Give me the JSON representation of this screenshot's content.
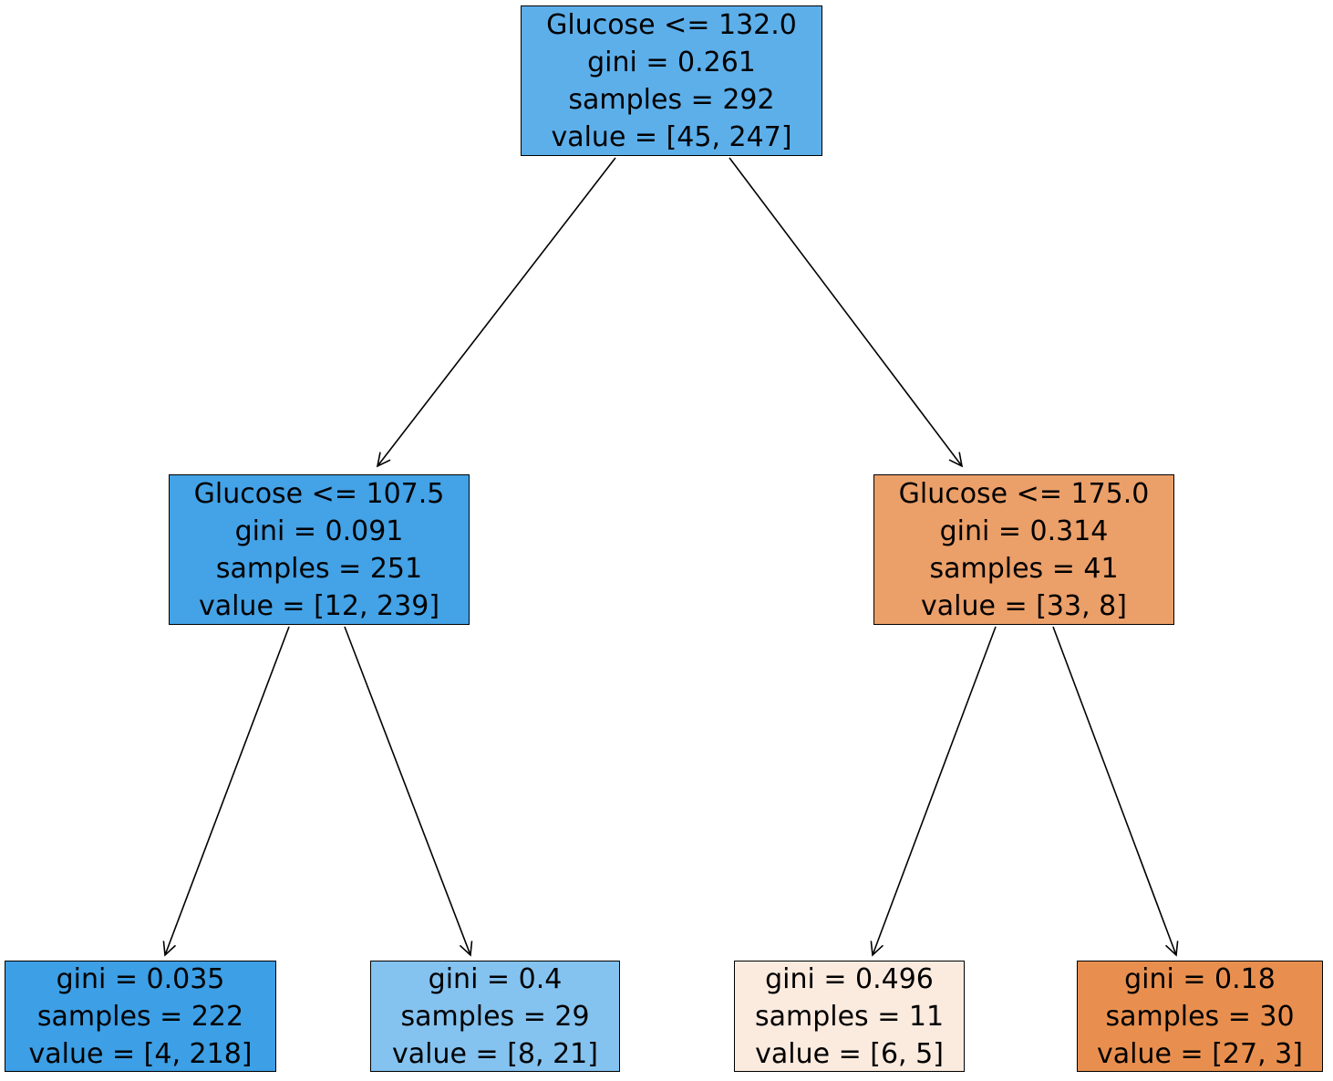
{
  "figure": {
    "kind": "sklearn-decision-tree-plot",
    "background_color": "#ffffff",
    "node_border_color": "#000000",
    "edge_color": "#000000",
    "text_color": "#000000"
  },
  "tree": {
    "split_feature": "Glucose",
    "nodes": [
      {
        "id": "root",
        "condition": "Glucose <= 132.0",
        "gini": "gini = 0.261",
        "samples": "samples = 292",
        "value": "value = [45, 247]",
        "fill": "#5dafea"
      },
      {
        "id": "left-child",
        "condition": "Glucose <= 107.5",
        "gini": "gini = 0.091",
        "samples": "samples = 251",
        "value": "value = [12, 239]",
        "fill": "#44a2e6"
      },
      {
        "id": "right-child",
        "condition": "Glucose <= 175.0",
        "gini": "gini = 0.314",
        "samples": "samples = 41",
        "value": "value = [33, 8]",
        "fill": "#eb9f69"
      },
      {
        "id": "leaf-left-left",
        "gini": "gini = 0.035",
        "samples": "samples = 222",
        "value": "value = [4, 218]",
        "fill": "#3d9fe5"
      },
      {
        "id": "leaf-left-right",
        "gini": "gini = 0.4",
        "samples": "samples = 29",
        "value": "value = [8, 21]",
        "fill": "#84c2ef"
      },
      {
        "id": "leaf-right-left",
        "gini": "gini = 0.496",
        "samples": "samples = 11",
        "value": "value = [6, 5]",
        "fill": "#fbeade"
      },
      {
        "id": "leaf-right-right",
        "gini": "gini = 0.18",
        "samples": "samples = 30",
        "value": "value = [27, 3]",
        "fill": "#e88f4f"
      }
    ]
  }
}
